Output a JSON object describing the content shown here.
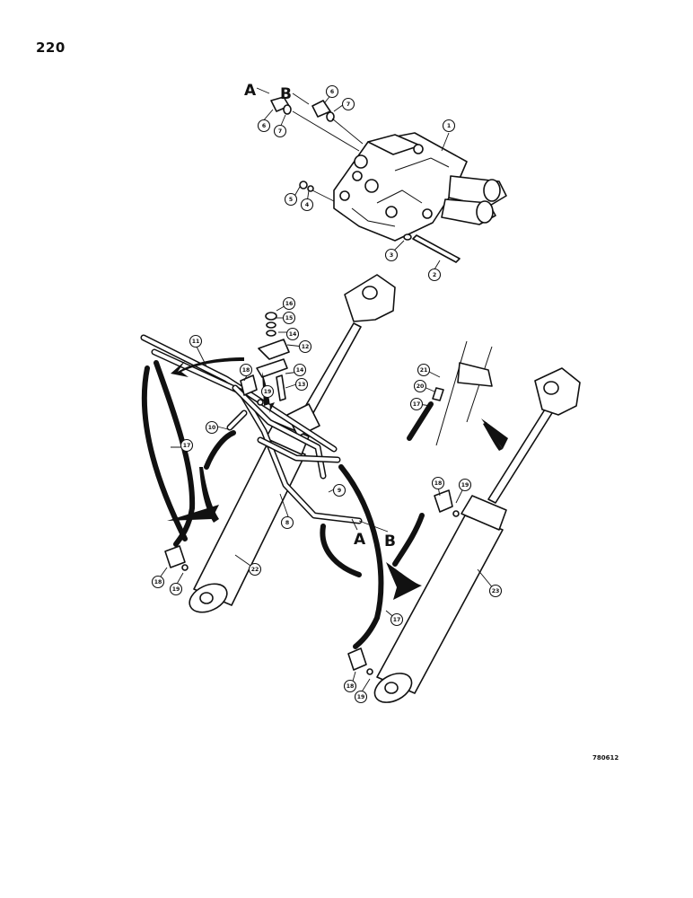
{
  "page": {
    "number": "220",
    "figure_code": "780612"
  },
  "port_labels": {
    "a": "A",
    "b": "B"
  },
  "callouts": [
    "1",
    "2",
    "3",
    "4",
    "5",
    "6",
    "7",
    "8",
    "9",
    "10",
    "11",
    "12",
    "13",
    "14",
    "15",
    "16",
    "17",
    "18",
    "19",
    "20",
    "21",
    "22",
    "23"
  ]
}
